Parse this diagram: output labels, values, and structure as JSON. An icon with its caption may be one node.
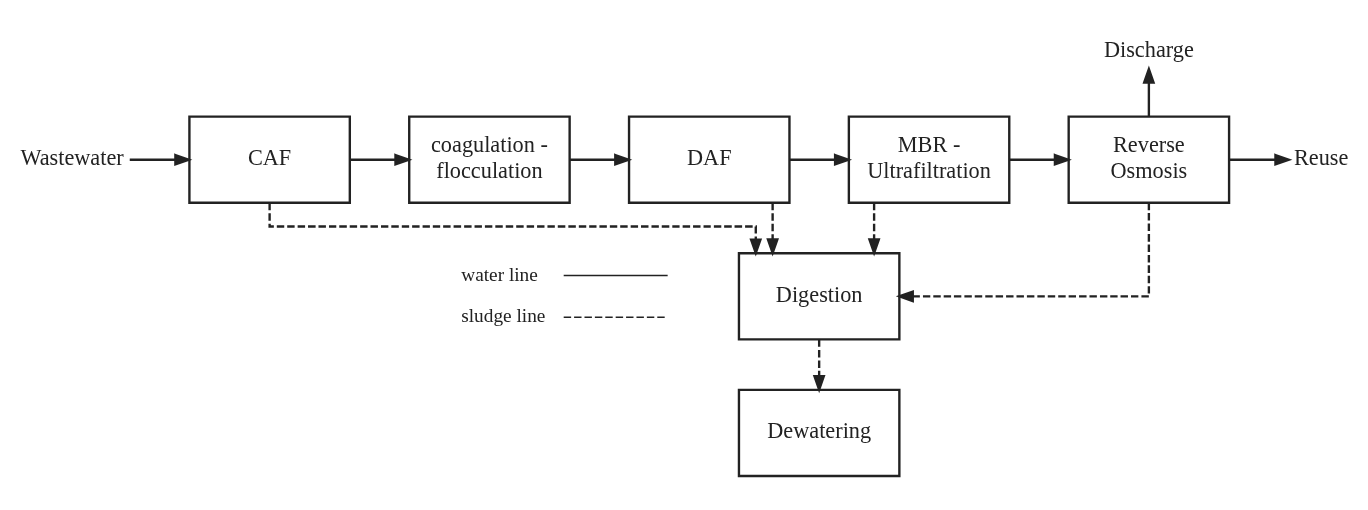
{
  "diagram": {
    "nodes": [
      {
        "text": [
          "Wastewater"
        ]
      },
      {
        "text": [
          "CAF"
        ]
      },
      {
        "text": [
          "coagulation - flocculation"
        ]
      },
      {
        "text": [
          "DAF"
        ]
      },
      {
        "text": [
          "MBR - Ultrafiltration"
        ]
      },
      {
        "text": [
          "Reverse Osmosis"
        ]
      },
      {
        "text": [
          "Discharge"
        ]
      },
      {
        "text": [
          "Reuse"
        ]
      },
      {
        "text": [
          "Digestion"
        ]
      },
      {
        "text": [
          "Dewatering"
        ]
      }
    ],
    "edges": [
      {
        "from": 0,
        "to": 1,
        "arrow": "to"
      },
      {
        "from": 1,
        "to": 2,
        "arrow": "to"
      },
      {
        "from": 2,
        "to": 3,
        "arrow": "to"
      },
      {
        "from": 3,
        "to": 4,
        "arrow": "to"
      },
      {
        "from": 4,
        "to": 5,
        "arrow": "to"
      },
      {
        "from": 5,
        "to": 6,
        "arrow": "to"
      },
      {
        "from": 5,
        "to": 7,
        "arrow": "to"
      },
      {
        "from": 1,
        "to": 8,
        "arrow": "to",
        "style": "dashed"
      },
      {
        "from": 3,
        "to": 8,
        "arrow": "to",
        "style": "dashed"
      },
      {
        "from": 4,
        "to": 8,
        "arrow": "to",
        "style": "dashed"
      },
      {
        "from": 5,
        "to": 8,
        "arrow": "to",
        "style": "dashed"
      },
      {
        "from": 8,
        "to": 9,
        "arrow": "to",
        "style": "dashed"
      }
    ],
    "legend": [
      {
        "text": "water line"
      },
      {
        "text": "sludge line"
      }
    ]
  }
}
